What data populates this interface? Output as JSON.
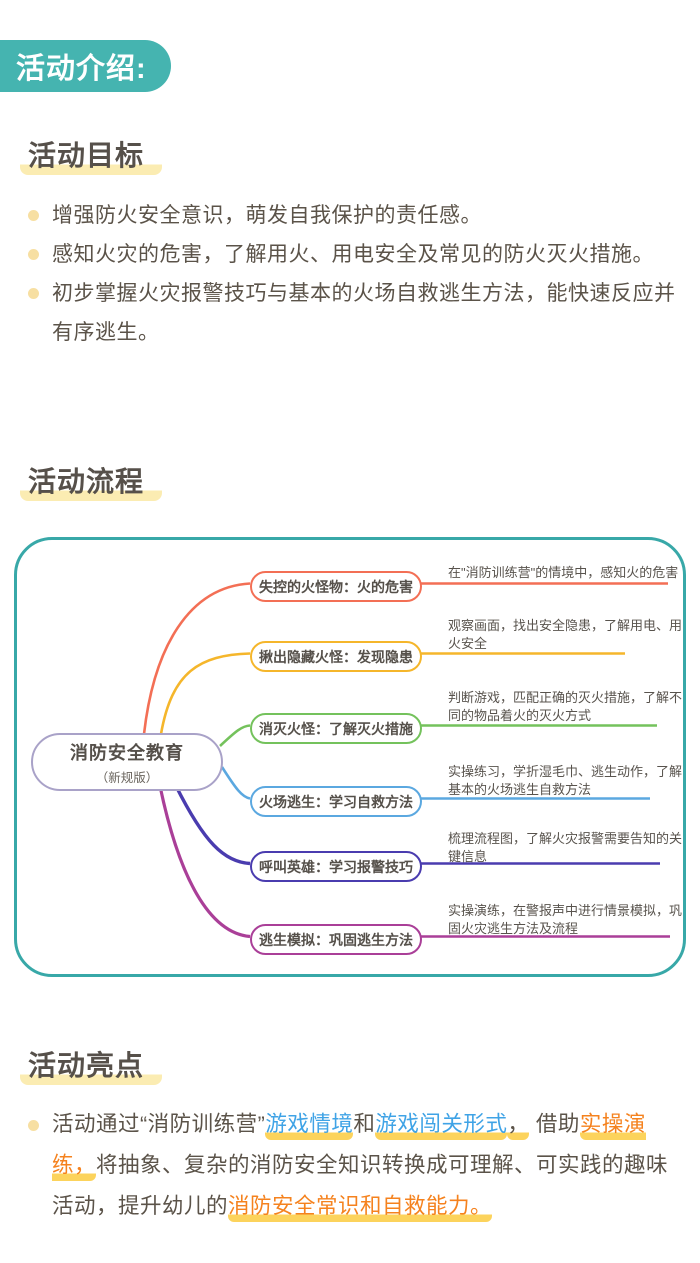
{
  "colors": {
    "teal": "#45b4b0",
    "heading-text": "#56504a",
    "body-text": "#5b5349",
    "highlight-bar": "#fbecb2",
    "wave-yellow": "#fcd35c",
    "blue-accent": "#3fa3e6",
    "orange-accent": "#f5821e",
    "bullet-dot": "#f7dfa2",
    "map-border": "#38a8a8",
    "note-text": "#58534d",
    "center-border": "#a9a2c8"
  },
  "badge": {
    "label": "活动介绍:"
  },
  "goals": {
    "title": "活动目标",
    "bullets": [
      "增强防火安全意识，萌发自我保护的责任感。",
      "感知火灾的危害，了解用火、用电安全及常见的防火灭火措施。",
      "初步掌握火灾报警技巧与基本的火场自救逃生方法，能快速反应并有序逃生。"
    ]
  },
  "process": {
    "title": "活动流程"
  },
  "mindmap": {
    "center": {
      "title": "消防安全教育",
      "subtitle": "（新规版）"
    },
    "branches": [
      {
        "label": "失控的火怪物：火的危害",
        "note": "在\"消防训练营\"的情境中，感知火的危害",
        "color": "#f36f55"
      },
      {
        "label": "揪出隐藏火怪：发现隐患",
        "note": "观察画面，找出安全隐患，了解用电、用火安全",
        "color": "#f5b62b"
      },
      {
        "label": "消灭火怪：了解灭火措施",
        "note": "判断游戏，匹配正确的灭火措施，了解不同的物品着火的灭火方式",
        "color": "#74c25c"
      },
      {
        "label": "火场逃生：学习自救方法",
        "note": "实操练习，学折湿毛巾、逃生动作，了解基本的火场逃生自救方法",
        "color": "#5ba8e0"
      },
      {
        "label": "呼叫英雄：学习报警技巧",
        "note": "梳理流程图，了解火灾报警需要告知的关键信息",
        "color": "#4a3caf"
      },
      {
        "label": "逃生模拟：巩固逃生方法",
        "note": "实操演练，在警报声中进行情景模拟，巩固火灾逃生方法及流程",
        "color": "#aa3f98"
      }
    ]
  },
  "highlights": {
    "title": "活动亮点",
    "segments": [
      {
        "text": "活动通过“消防训练营”",
        "style": "plain"
      },
      {
        "text": "游戏情境",
        "style": "blue-hl"
      },
      {
        "text": "和",
        "style": "plain"
      },
      {
        "text": "游戏闯关形式",
        "style": "blue-hl"
      },
      {
        "text": "，",
        "style": "dark-hl"
      },
      {
        "text": " 借助",
        "style": "plain"
      },
      {
        "text": "实操演练，",
        "style": "orange-hl"
      },
      {
        "text": "将抽象、复杂的消防安全知识转换成可理解、可实践的趣味活动，提升幼儿的",
        "style": "plain"
      },
      {
        "text": "消防安全常识和自救能力。",
        "style": "orange-hl"
      }
    ]
  }
}
